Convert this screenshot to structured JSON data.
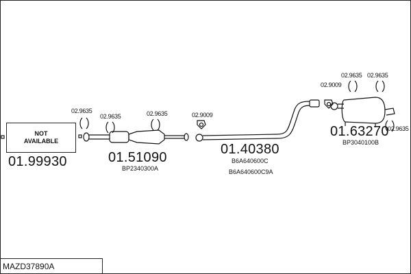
{
  "diagram_code": "MAZD37890A",
  "not_available": {
    "line1": "NOT",
    "line2": "AVAILABLE"
  },
  "parts": [
    {
      "number": "01.99930"
    },
    {
      "number": "01.51090",
      "oem": "BP2340300A"
    },
    {
      "number": "01.40380",
      "oem": [
        "B6A640600C",
        "B6A640600C9A"
      ]
    },
    {
      "number": "01.63270",
      "oem": "BP3040100B"
    }
  ],
  "accessories": {
    "a1": "02.9635",
    "a2": "02.9635",
    "a3": "02.9635",
    "a4": "02.9009",
    "a5": "02.9009",
    "a6": "02.9635",
    "a7": "02.9635",
    "a8": "02.9635"
  }
}
